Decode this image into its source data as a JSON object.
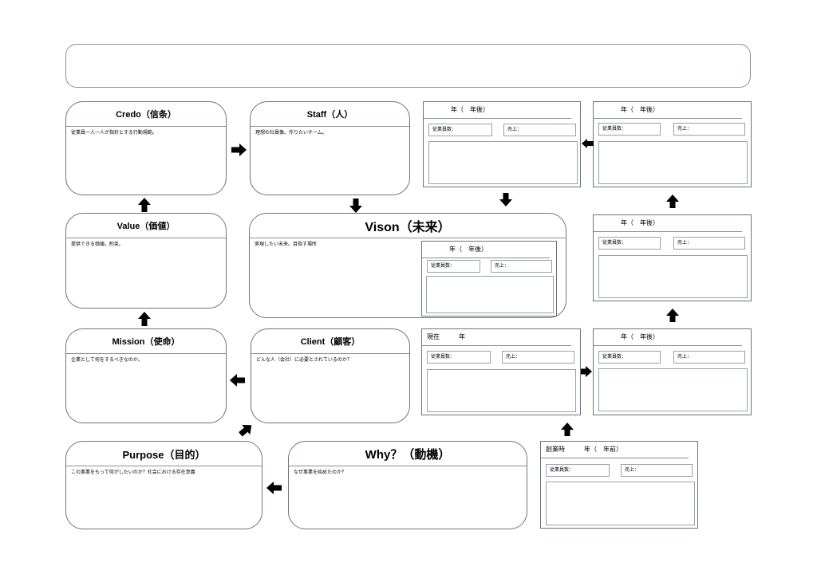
{
  "boxes": {
    "credo": {
      "title": "Credo（信条）",
      "desc": "従業員一人一人が指針とする行動規範。"
    },
    "staff": {
      "title": "Staff（人）",
      "desc": "理想の社員像。作りたいチーム。"
    },
    "value": {
      "title": "Value（価値）",
      "desc": "提供できる価値。約束。"
    },
    "vision": {
      "title": "Vison（未来）",
      "desc": "実現したい未来。目指す場所"
    },
    "mission": {
      "title": "Mission（使命）",
      "desc": "企業として何をするべきなのか。"
    },
    "client": {
      "title": "Client（顧客）",
      "desc": "どんな人（会社）に必要とされているのか？"
    },
    "purpose": {
      "title": "Purpose（目的）",
      "desc": "この事業をもって何がしたいのか？社会における存在意義"
    },
    "why": {
      "title": "Why？（動機）",
      "desc": "なぜ事業を始めたのか？"
    }
  },
  "panels": {
    "future_header": "年（　年後）",
    "present_header": "現在　　　年",
    "founding_header": "創業時　　　年（　年前）",
    "employees_label": "従業員数：",
    "sales_label": "売上："
  }
}
